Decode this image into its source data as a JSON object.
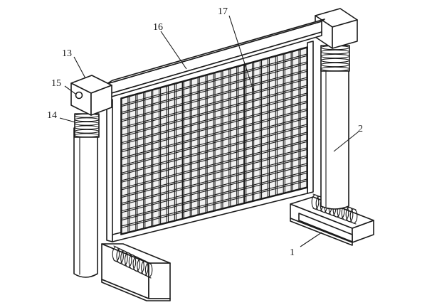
{
  "labels": {
    "n1": "1",
    "n2": "2",
    "n13": "13",
    "n14": "14",
    "n15": "15",
    "n16": "16",
    "n17": "17"
  }
}
